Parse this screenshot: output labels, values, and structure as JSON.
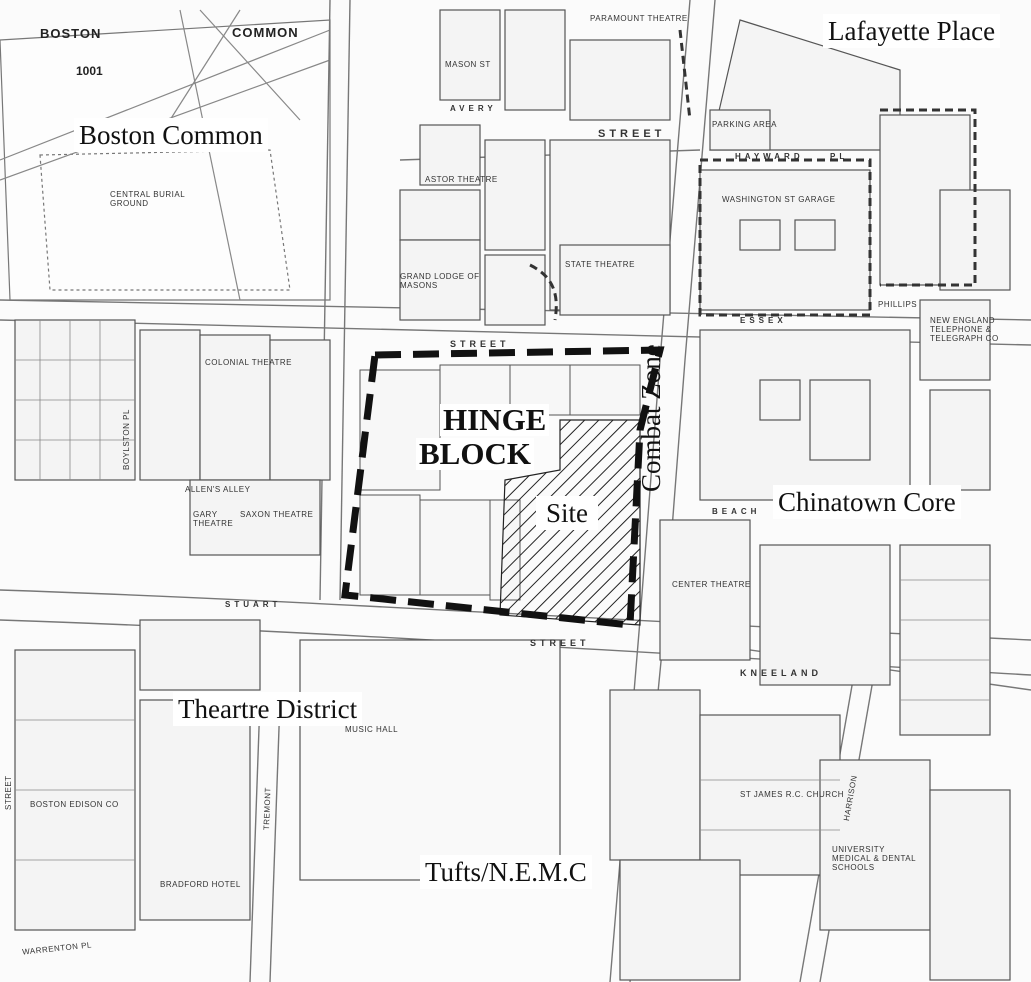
{
  "map": {
    "labels": {
      "boston_common_top": "BOSTON",
      "common_top": "COMMON",
      "parcel_top": "1001",
      "lafayette_place": "Lafayette Place",
      "boston_common": "Boston Common",
      "hinge_block_line1": "HINGE",
      "hinge_block_line2": "BLOCK",
      "site": "Site",
      "combat_zone": "Combat Zone",
      "chinatown_core": "Chinatown Core",
      "theatre_district": "Theartre District",
      "tufts_nemc": "Tufts/N.E.M.C"
    },
    "streets": {
      "avery": "AVERY",
      "street_north": "STREET",
      "hayward": "HAYWARD",
      "pl": "PL",
      "essex": "ESSEX",
      "phillips": "PHILLIPS",
      "street_essex": "STREET",
      "beach": "BEACH",
      "stuart": "STUART",
      "street_stuart": "STREET",
      "kneeland": "KNEELAND",
      "harrison": "HARRISON",
      "tremont": "TREMONT",
      "warrenton": "WARRENTON PL",
      "street_west": "STREET",
      "allens_alley": "ALLEN'S ALLEY",
      "boylston_pl": "BOYLSTON PL",
      "mason_st": "MASON ST"
    },
    "buildings": {
      "paramount_theatre": "PARAMOUNT THEATRE",
      "astor_theatre": "ASTOR THEATRE",
      "state_theatre": "STATE THEATRE",
      "washington_st_garage": "WASHINGTON ST GARAGE",
      "colonial_theatre": "COLONIAL THEATRE",
      "saxon_theatre": "SAXON THEATRE",
      "gary_theatre": "GARY THEATRE",
      "center_theatre": "CENTER THEATRE",
      "music_hall": "MUSIC HALL",
      "st_james_church": "ST JAMES R.C. CHURCH",
      "bradford_hotel": "BRADFORD HOTEL",
      "university_medical": "UNIVERSITY MEDICAL & DENTAL SCHOOLS",
      "parking_area": "PARKING AREA",
      "new_england_telephone": "NEW ENGLAND TELEPHONE & TELEGRAPH CO",
      "central_burial_ground": "CENTRAL BURIAL GROUND",
      "boston_edison": "BOSTON EDISON CO",
      "grand_lodge": "GRAND LODGE OF MASONS"
    }
  }
}
